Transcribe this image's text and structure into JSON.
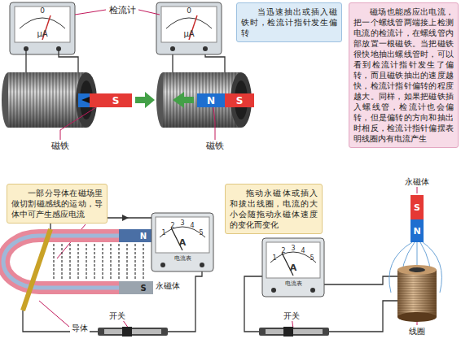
{
  "diagram": {
    "nodes": [
      {
        "text": [
          "当迅速抽出或插入磁铁时，检流计指针发生偏转"
        ]
      },
      {
        "text": [
          "磁场也能感应出电流，把一个螺线管两端接上检测电流的检流计，在螺线管内部放置一根磁铁。当把磁铁很快地抽出螺线管时，可以看到检流计指针发生了偏转，而且磁铁抽出的速度越快，检流计指针偏转的程度越大。同样，如果把磁铁插入螺线管，检流计也会偏转，但是偏转的方向和抽出时相反，检流计指针偏摆表明线圈内有电流产生"
        ]
      },
      {
        "text": [
          "一部分导体在磁场里做切割磁感线的运动，导体中可产生感应电流"
        ]
      },
      {
        "text": [
          "拖动永磁体或插入和拔出线圈，电流的大小会随拖动永磁体速度的变化而变化"
        ]
      }
    ],
    "labels": [
      "检流计",
      "0",
      "μA",
      "0",
      "μA",
      "S",
      "磁铁",
      "N",
      "S",
      "磁铁",
      "N",
      "S",
      "永磁体",
      "导体",
      "1",
      "2",
      "3",
      "4",
      "5",
      "A",
      "电流表",
      "开关",
      "1",
      "2",
      "3",
      "4",
      "5",
      "A",
      "电流表",
      "开关",
      "永磁体",
      "S",
      "N",
      "线圈"
    ]
  }
}
